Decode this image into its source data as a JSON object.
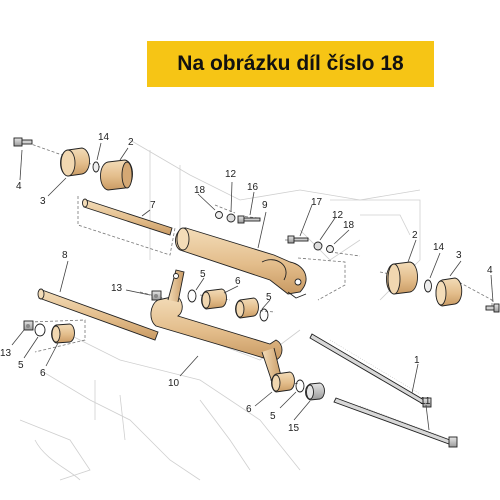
{
  "banner": {
    "text": "Na obrázku díl číslo 18",
    "color": "#f6c515"
  },
  "part_numbers": [
    "1",
    "2",
    "2",
    "3",
    "3",
    "4",
    "4",
    "5",
    "5",
    "5",
    "5",
    "6",
    "6",
    "6",
    "7",
    "8",
    "9",
    "10",
    "11",
    "12",
    "12",
    "13",
    "13",
    "14",
    "14",
    "15",
    "16",
    "17",
    "18",
    "18"
  ],
  "part_color": "#e8c9a0"
}
